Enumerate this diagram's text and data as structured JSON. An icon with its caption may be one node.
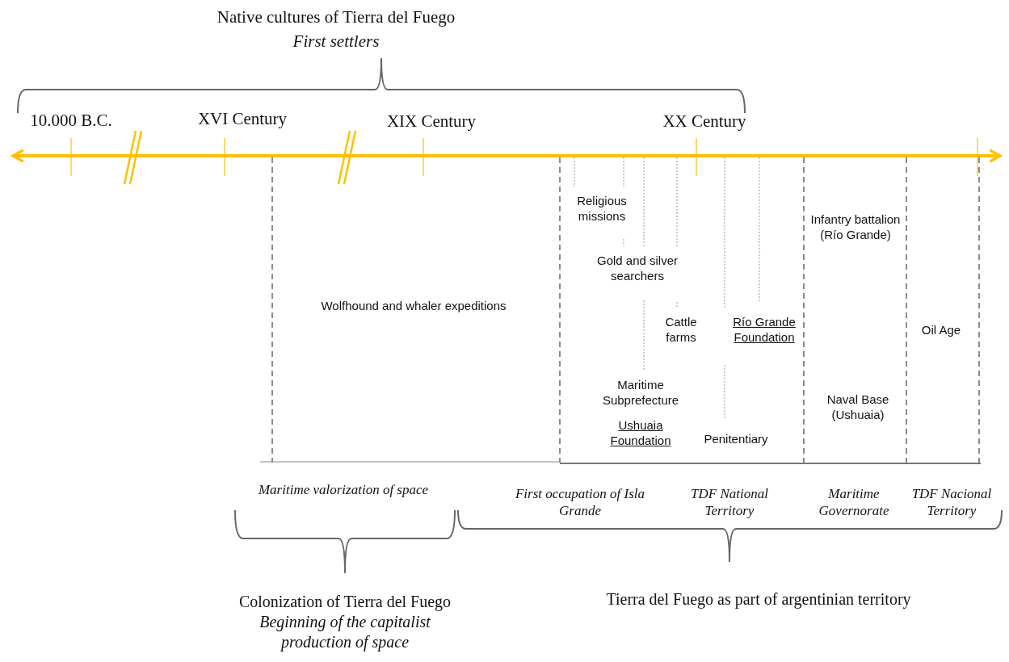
{
  "diagram": {
    "labels": [
      "Native cultures of Tierra del Fuego",
      "First settlers",
      "10.000 B.C.",
      "XVI Century",
      "XIX Century",
      "XX Century",
      "Religious missions",
      "Infantry battalion (Río Grande)",
      "Gold and silver searchers",
      "Wolfhound and whaler expeditions",
      "Oil Age",
      "Cattle farms",
      "Río Grande Foundation",
      "Maritime Subprefecture",
      "Naval Base (Ushuaia)",
      "Ushuaia Foundation",
      "Penitentiary",
      "Maritime valorization of space",
      "First occupation of Isla Grande",
      "TDF National Territory",
      "Maritime Governorate",
      "TDF Nacional Territory",
      "Colonization of Tierra del Fuego",
      "Tierra del Fuego as part of argentinian territory",
      "Beginning of the capitalist production of space"
    ]
  }
}
